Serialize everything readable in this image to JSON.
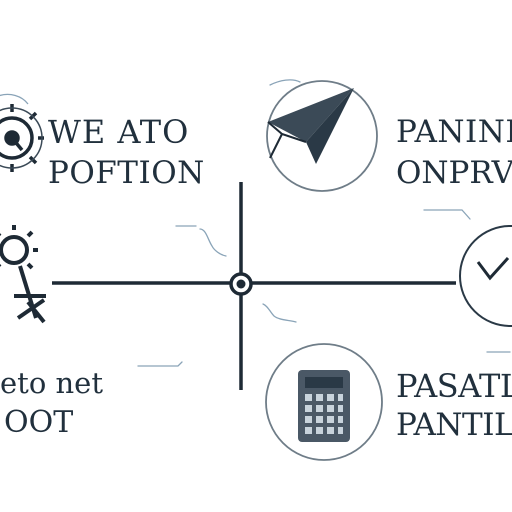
{
  "colors": {
    "background": "#ffffff",
    "ink": "#21303d",
    "icon_dark": "#3b4a57",
    "accent_blue": "#8aa4b8",
    "circle_stroke": "#6f7d88"
  },
  "diagram": {
    "quadrants": {
      "top_left": {
        "line1": "WE ATO",
        "line2": "POFTION",
        "icon": "gear-icon"
      },
      "top_right": {
        "line1": "PANINI",
        "line2": "ONPRVY",
        "icon": "paper-plane-icon"
      },
      "bottom_left": {
        "line1": "eto net",
        "line2": "OOT",
        "icon": "female-symbol-icon"
      },
      "bottom_right": {
        "line1": "PASATL",
        "line2": "PANTIL",
        "icon": "calculator-icon"
      },
      "right_middle": {
        "icon": "clock-icon"
      }
    }
  }
}
